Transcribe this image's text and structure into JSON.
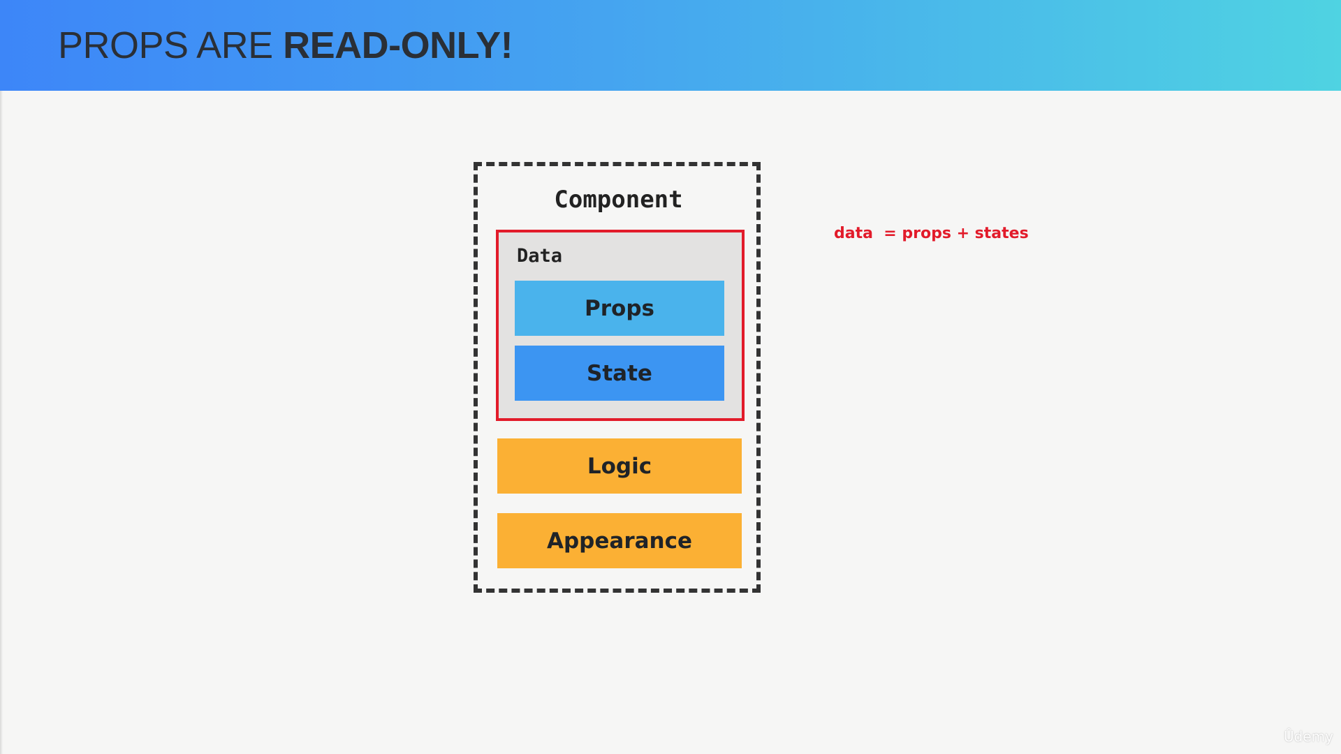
{
  "slide": {
    "title_regular": "PROPS ARE ",
    "title_bold": "READ-ONLY!"
  },
  "diagram": {
    "component_label": "Component",
    "data_label": "Data",
    "blocks": {
      "props": "Props",
      "state": "State",
      "logic": "Logic",
      "appearance": "Appearance"
    }
  },
  "annotation": {
    "text": "data  = props + states",
    "color": "#e21b2a"
  },
  "watermark": {
    "text": "Ûdemy"
  },
  "colors": {
    "header_gradient_start": "#3d86f8",
    "header_gradient_end": "#4fd3e2",
    "props": "#4ab3ec",
    "state": "#3c95f2",
    "logic_appearance": "#fbb034",
    "data_highlight_border": "#e21b2a"
  }
}
